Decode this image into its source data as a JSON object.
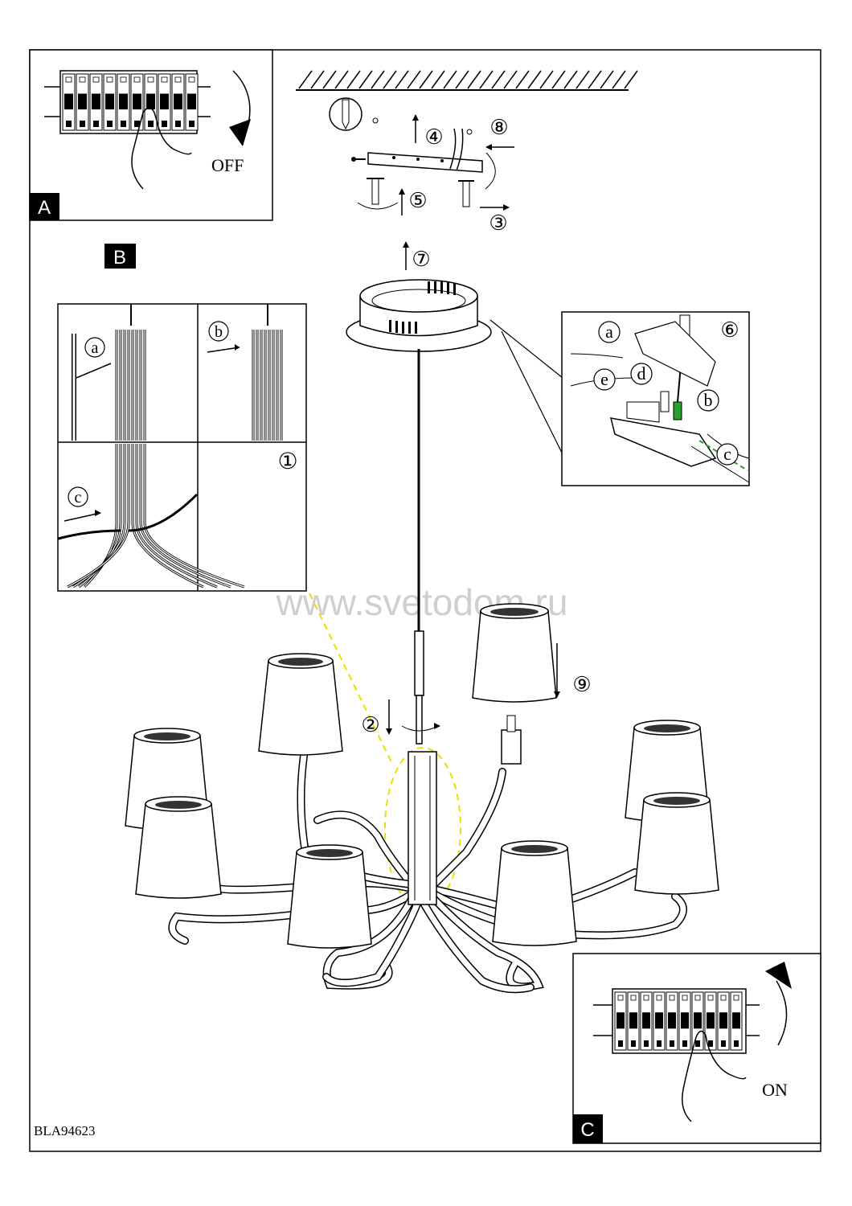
{
  "doc_code": "BLA94623",
  "watermark": "www.svetodom.ru",
  "panels": {
    "A": {
      "letter": "A",
      "caption": "OFF"
    },
    "B": {
      "letter": "B",
      "callouts": [
        "a",
        "b",
        "c"
      ],
      "step": "①"
    },
    "C": {
      "letter": "C",
      "caption": "ON"
    },
    "detail": {
      "step": "⑥",
      "callouts": [
        "a",
        "b",
        "c",
        "d",
        "e"
      ]
    }
  },
  "steps": {
    "s2": "②",
    "s3": "③",
    "s4": "④",
    "s5": "⑤",
    "s7": "⑦",
    "s8": "⑧",
    "s9": "⑨"
  },
  "colors": {
    "line": "#000000",
    "highlight": "#e8e000",
    "wire_green": "#2ca02c",
    "watermark": "#cfcfcf"
  }
}
